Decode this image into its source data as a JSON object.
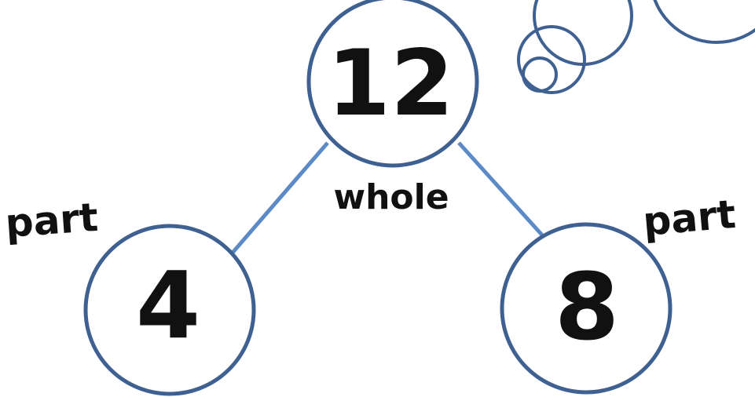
{
  "diagram": {
    "whole": {
      "value": "12",
      "label": "whole"
    },
    "left_part": {
      "value": "4",
      "label": "part"
    },
    "right_part": {
      "value": "8",
      "label": "part"
    }
  },
  "colors": {
    "circle_stroke": "#3f6191",
    "connector_line": "#5b8ac7",
    "text": "#111111",
    "background": "#ffffff"
  }
}
